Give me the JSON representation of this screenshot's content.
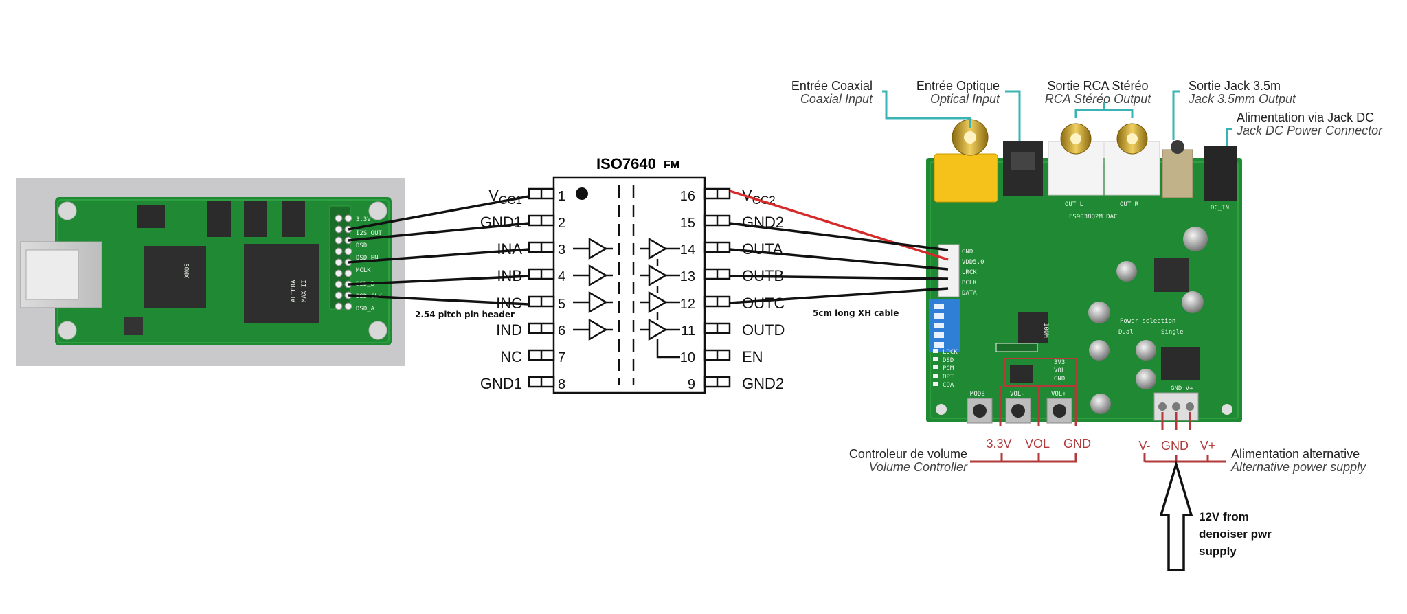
{
  "ic": {
    "name": "ISO7640",
    "suffix": "FM",
    "left_pins": [
      {
        "num": "1",
        "label": "V",
        "sub": "CC1"
      },
      {
        "num": "2",
        "label": "GND1"
      },
      {
        "num": "3",
        "label": "INA"
      },
      {
        "num": "4",
        "label": "INB"
      },
      {
        "num": "5",
        "label": "INC"
      },
      {
        "num": "6",
        "label": "IND"
      },
      {
        "num": "7",
        "label": "NC"
      },
      {
        "num": "8",
        "label": "GND1"
      }
    ],
    "right_pins": [
      {
        "num": "16",
        "label": "V",
        "sub": "CC2"
      },
      {
        "num": "15",
        "label": "GND2"
      },
      {
        "num": "14",
        "label": "OUTA"
      },
      {
        "num": "13",
        "label": "OUTB"
      },
      {
        "num": "12",
        "label": "OUTC"
      },
      {
        "num": "11",
        "label": "OUTD"
      },
      {
        "num": "10",
        "label": "EN"
      },
      {
        "num": "9",
        "label": "GND2"
      }
    ]
  },
  "notes": {
    "pin_header": "2.54 pitch pin header",
    "xh_cable": "5cm long XH cable",
    "supply_line1": "12V from",
    "supply_line2": "denoiser pwr",
    "supply_line3": "supply"
  },
  "usb_board": {
    "labels": [
      "3.3V",
      "I2S_OUT",
      "DSD",
      "DSD_EN",
      "MCLK",
      "DSD_B",
      "DSD_CLK",
      "DSD_A"
    ],
    "chip1": "XMOS",
    "chip2": "ALTERA",
    "chip2b": "MAX II"
  },
  "dac_board": {
    "connector_pins": [
      "GND",
      "VDD5.0",
      "LRCK",
      "BCLK",
      "DATA"
    ],
    "dac_label": "ES9038Q2M DAC",
    "out_l": "OUT_L",
    "out_r": "OUT_R",
    "dc_in": "DC_IN",
    "power_selection": "Power selection",
    "dual": "Dual",
    "single": "Single",
    "leds": [
      "LOCK",
      "DSD",
      "PCM",
      "OPT",
      "COA"
    ],
    "buttons": [
      "MODE",
      "VOL-",
      "VOL+"
    ],
    "vol_pins": [
      "3V3",
      "VOL",
      "GND"
    ],
    "pwr_pins": "GND V+",
    "side_label": "100M"
  },
  "annotations": {
    "coax_fr": "Entrée Coaxial",
    "coax_en": "Coaxial Input",
    "opt_fr": "Entrée Optique",
    "opt_en": "Optical Input",
    "rca_fr": "Sortie RCA Stéréo",
    "rca_en": "RCA Stéréo Output",
    "jack_fr": "Sortie Jack 3.5m",
    "jack_en": "Jack 3.5mm Output",
    "dc_fr": "Alimentation via Jack DC",
    "dc_en": "Jack DC Power Connector",
    "vol_fr": "Controleur de volume",
    "vol_en": "Volume Controller",
    "vol_pins": [
      "3.3V",
      "VOL",
      "GND"
    ],
    "alt_fr": "Alimentation alternative",
    "alt_en": "Alternative power supply",
    "alt_pins": [
      "V-",
      "GND",
      "V+"
    ]
  },
  "colors": {
    "board_green": "#1f8a33",
    "annotation_teal": "#39b3b3",
    "annotation_red": "#b23a3a",
    "vcc_wire": "#d62a2a"
  }
}
